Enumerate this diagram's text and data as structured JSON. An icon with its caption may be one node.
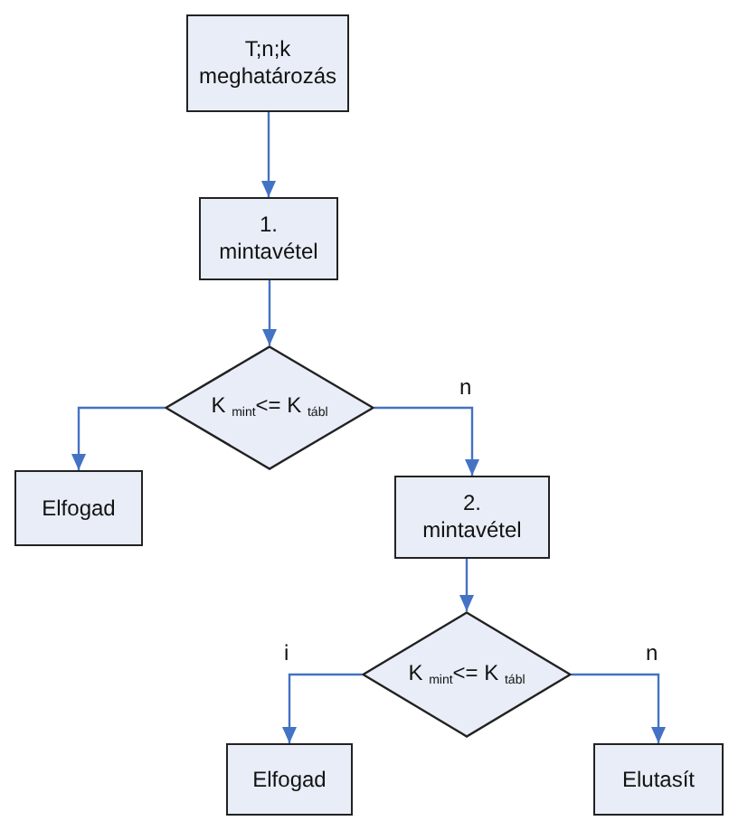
{
  "diagram": {
    "nodes": [
      {
        "text": [
          "T;n;k meghatározás"
        ]
      },
      {
        "text": [
          "1. mintavétel"
        ]
      },
      {
        "text": [
          "K $_{mint}$<= K $_{tábl}$"
        ]
      },
      {
        "text": [
          "Elfogad"
        ]
      },
      {
        "text": [
          "2. mintavétel"
        ]
      },
      {
        "text": [
          "K $_{mint}$<= K $_{tábl}$"
        ]
      },
      {
        "text": [
          "Elfogad"
        ]
      },
      {
        "text": [
          "Elutasít"
        ]
      }
    ],
    "edges": [
      {
        "from": 0,
        "to": 1,
        "arrow": "to"
      },
      {
        "from": 1,
        "to": 2,
        "arrow": "to"
      },
      {
        "from": 2,
        "to": 3,
        "arrow": "to"
      },
      {
        "from": 2,
        "to": 4,
        "arrow": "to",
        "label": "n"
      },
      {
        "from": 4,
        "to": 5,
        "arrow": "to"
      },
      {
        "from": 5,
        "to": 6,
        "arrow": "to",
        "label": "i"
      },
      {
        "from": 5,
        "to": 7,
        "arrow": "to",
        "label": "n"
      }
    ]
  }
}
